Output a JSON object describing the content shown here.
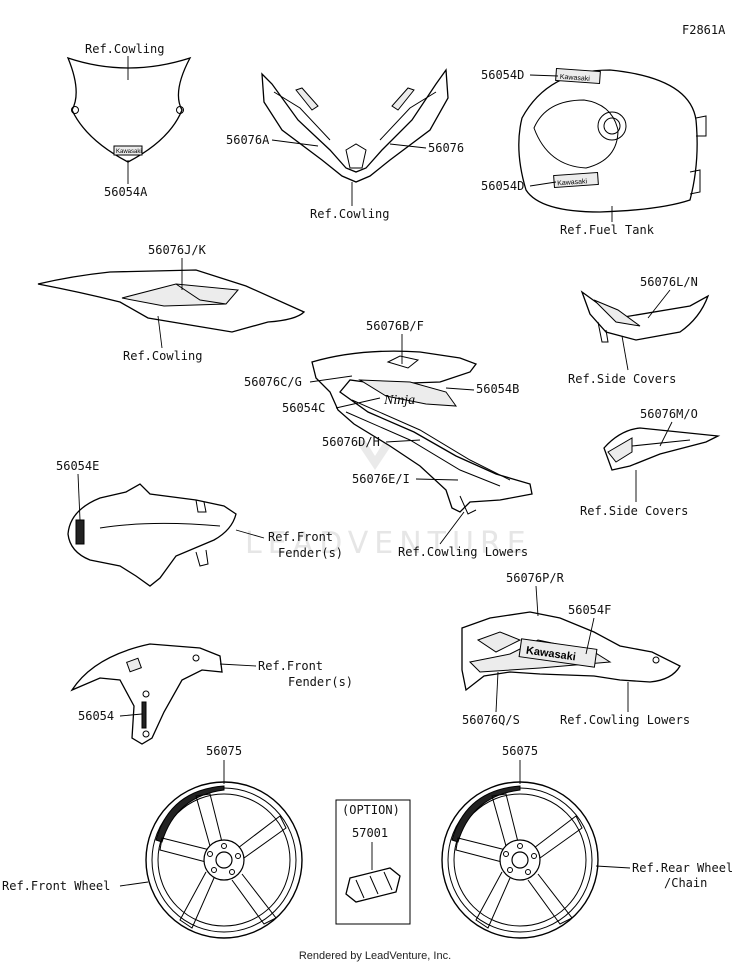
{
  "figure_id": "F2861A",
  "watermark": "LEADVENTURE",
  "footer": "Rendered by LeadVenture, Inc.",
  "labels": {
    "windshield_ref": "Ref.Cowling",
    "windshield_part": "56054A",
    "upper_cowl_left": "56076A",
    "upper_cowl_right": "56076",
    "upper_cowl_ref": "Ref.Cowling",
    "tank_top": "56054D",
    "tank_bottom": "56054D",
    "tank_ref": "Ref.Fuel Tank",
    "tail_part": "56076J/K",
    "tail_ref": "Ref.Cowling",
    "side_cover_part": "56076L/N",
    "side_cover_ref": "Ref.Side Covers",
    "main_cowl_top": "56076B/F",
    "main_cowl_cg": "56076C/G",
    "main_cowl_54b": "56054B",
    "main_cowl_54c": "56054C",
    "main_cowl_dh": "56076D/H",
    "main_cowl_ei": "56076E/I",
    "main_cowl_ref": "Ref.Cowling Lowers",
    "side_cover2_part": "56076M/O",
    "side_cover2_ref": "Ref.Side Covers",
    "front_fender_part": "56054E",
    "front_fender_ref_1": "Ref.Front",
    "front_fender_ref_2": "Fender(s)",
    "lower_cowl_pr": "56076P/R",
    "lower_cowl_54f": "56054F",
    "lower_cowl_qs": "56076Q/S",
    "lower_cowl_ref": "Ref.Cowling Lowers",
    "fender2_ref_1": "Ref.Front",
    "fender2_ref_2": "Fender(s)",
    "fender2_part": "56054",
    "front_wheel_part": "56075",
    "front_wheel_ref": "Ref.Front Wheel",
    "option_title": "(OPTION)",
    "option_part": "57001",
    "rear_wheel_part": "56075",
    "rear_wheel_ref_1": "Ref.Rear Wheel",
    "rear_wheel_ref_2": "/Chain"
  },
  "decal_text": {
    "brand": "Kawasaki",
    "model": "Ninja"
  }
}
